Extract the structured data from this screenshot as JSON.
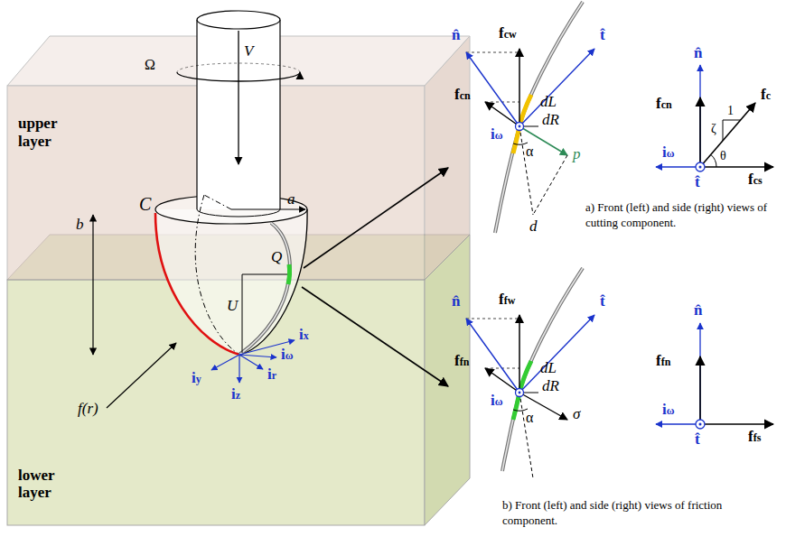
{
  "diagram": {
    "nodes": [
      {
        "text": [
          "upper layer"
        ]
      },
      {
        "text": [
          "lower layer"
        ]
      }
    ],
    "labels": [
      "V",
      "Ω",
      "a",
      "C",
      "b",
      "Q",
      "U",
      "f(r)",
      "ix",
      "iy",
      "iz",
      "iω",
      "ir",
      "n̂",
      "fcw",
      "t̂",
      "fcn",
      "dL",
      "dR",
      "iω",
      "α",
      "p",
      "d",
      "n̂",
      "fcn",
      "1",
      "ζ",
      "fc",
      "iω",
      "θ",
      "fcs",
      "t̂",
      "a) Front (left) and side (right) views of cutting component.",
      "n̂",
      "ffw",
      "t̂",
      "ffn",
      "dL",
      "dR",
      "iω",
      "α",
      "σ",
      "n̂",
      "ffn",
      "iω",
      "ffs",
      "t̂",
      "b) Front (left) and side (right) views of friction component."
    ]
  }
}
